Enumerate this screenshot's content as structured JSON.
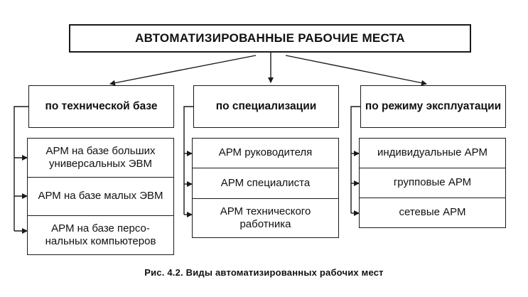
{
  "title": "АВТОМАТИЗИРОВАННЫЕ РАБОЧИЕ МЕСТА",
  "categories": [
    {
      "label": "по технической базе",
      "items": [
        "АРМ на базе больших универсальных ЭВМ",
        "АРМ на базе малых ЭВМ",
        "АРМ на базе персо-нальных компьютеров"
      ]
    },
    {
      "label": "по специализации",
      "items": [
        "АРМ руководителя",
        "АРМ специалиста",
        "АРМ технического работника"
      ]
    },
    {
      "label": "по режиму эксплуатации",
      "items": [
        "индивидуальные АРМ",
        "групповые АРМ",
        "сетевые АРМ"
      ]
    }
  ],
  "caption": "Рис. 4.2. Виды автоматизированных рабочих мест"
}
